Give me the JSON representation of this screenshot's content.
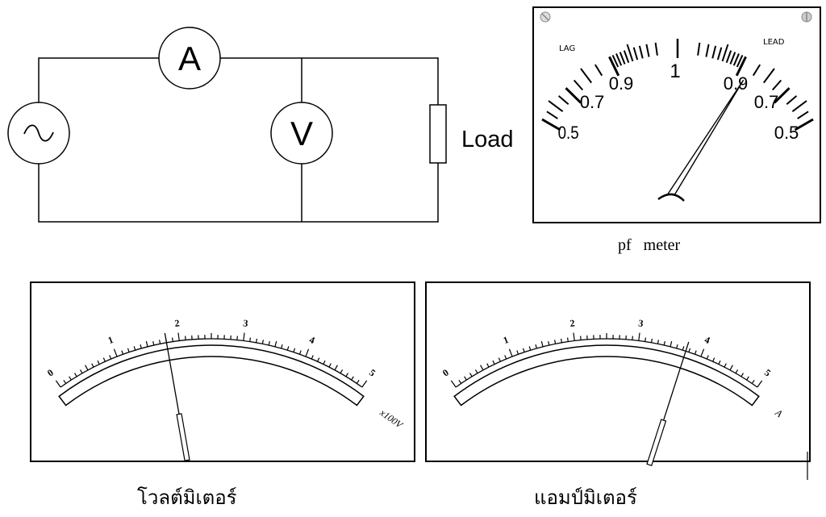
{
  "circuit": {
    "source_symbol": "~",
    "ammeter_symbol": "A",
    "voltmeter_symbol": "V",
    "load_label": "Load"
  },
  "pf_meter": {
    "caption": "pf   meter",
    "lag_label": "LAG",
    "lead_label": "LEAD",
    "scale_labels": [
      "0.5",
      "0.7",
      "0.9",
      "1",
      "0.9",
      "0.7",
      "0.5"
    ],
    "reading": {
      "value": 0.9,
      "side": "lead"
    }
  },
  "voltmeter": {
    "caption": "โวลต์มิเตอร์",
    "scale_labels": [
      "0",
      "1",
      "2",
      "3",
      "4",
      "5"
    ],
    "unit": "x100V",
    "reading": 1.8
  },
  "ammeter": {
    "caption": "แอมป์มิเตอร์",
    "scale_labels": [
      "0",
      "1",
      "2",
      "3",
      "4",
      "5"
    ],
    "unit": "A",
    "reading": 3.75
  }
}
